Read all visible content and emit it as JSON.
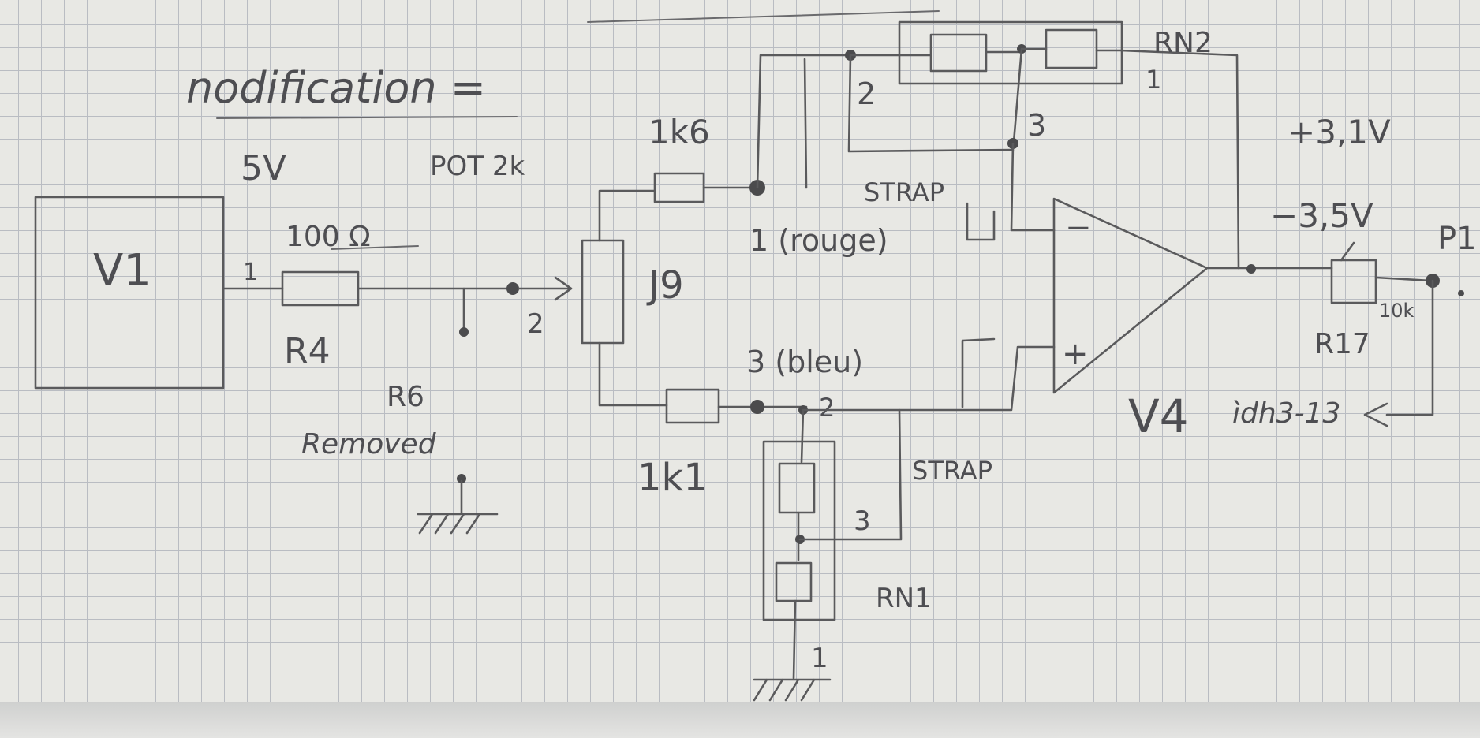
{
  "notes": {
    "title": "nodification =",
    "supply_voltage": "5V",
    "pot_value": "POT 2k",
    "r4_value": "100 Ω",
    "r4_ref": "R4",
    "r6_ref": "R6",
    "r6_note": "Removed",
    "v1_ref": "V1",
    "j9_ref": "J9",
    "r_upper_value": "1k6",
    "r_lower_value": "1k1",
    "pin_1_rouge": "1 (rouge)",
    "pin_3_bleu": "3 (bleu)",
    "strap_upper": "STRAP",
    "strap_lower": "STRAP",
    "rn2_ref": "RN2",
    "rn1_ref": "RN1",
    "rn2_pin1": "1",
    "rn2_pin2": "2",
    "rn2_pin3": "3",
    "rn1_pin1": "1",
    "rn1_pin2": "2",
    "rn1_pin3": "3",
    "j9_pin2": "2",
    "v1_pin": "1",
    "opamp_minus": "−",
    "opamp_plus": "+",
    "opamp_ref": "V4",
    "plus_supply": "+3,1V",
    "minus_supply": "−3,5V",
    "r17_ref": "R17",
    "r17_value": "10k",
    "p1_ref": "P1",
    "output_net": "ìdh3-13"
  }
}
